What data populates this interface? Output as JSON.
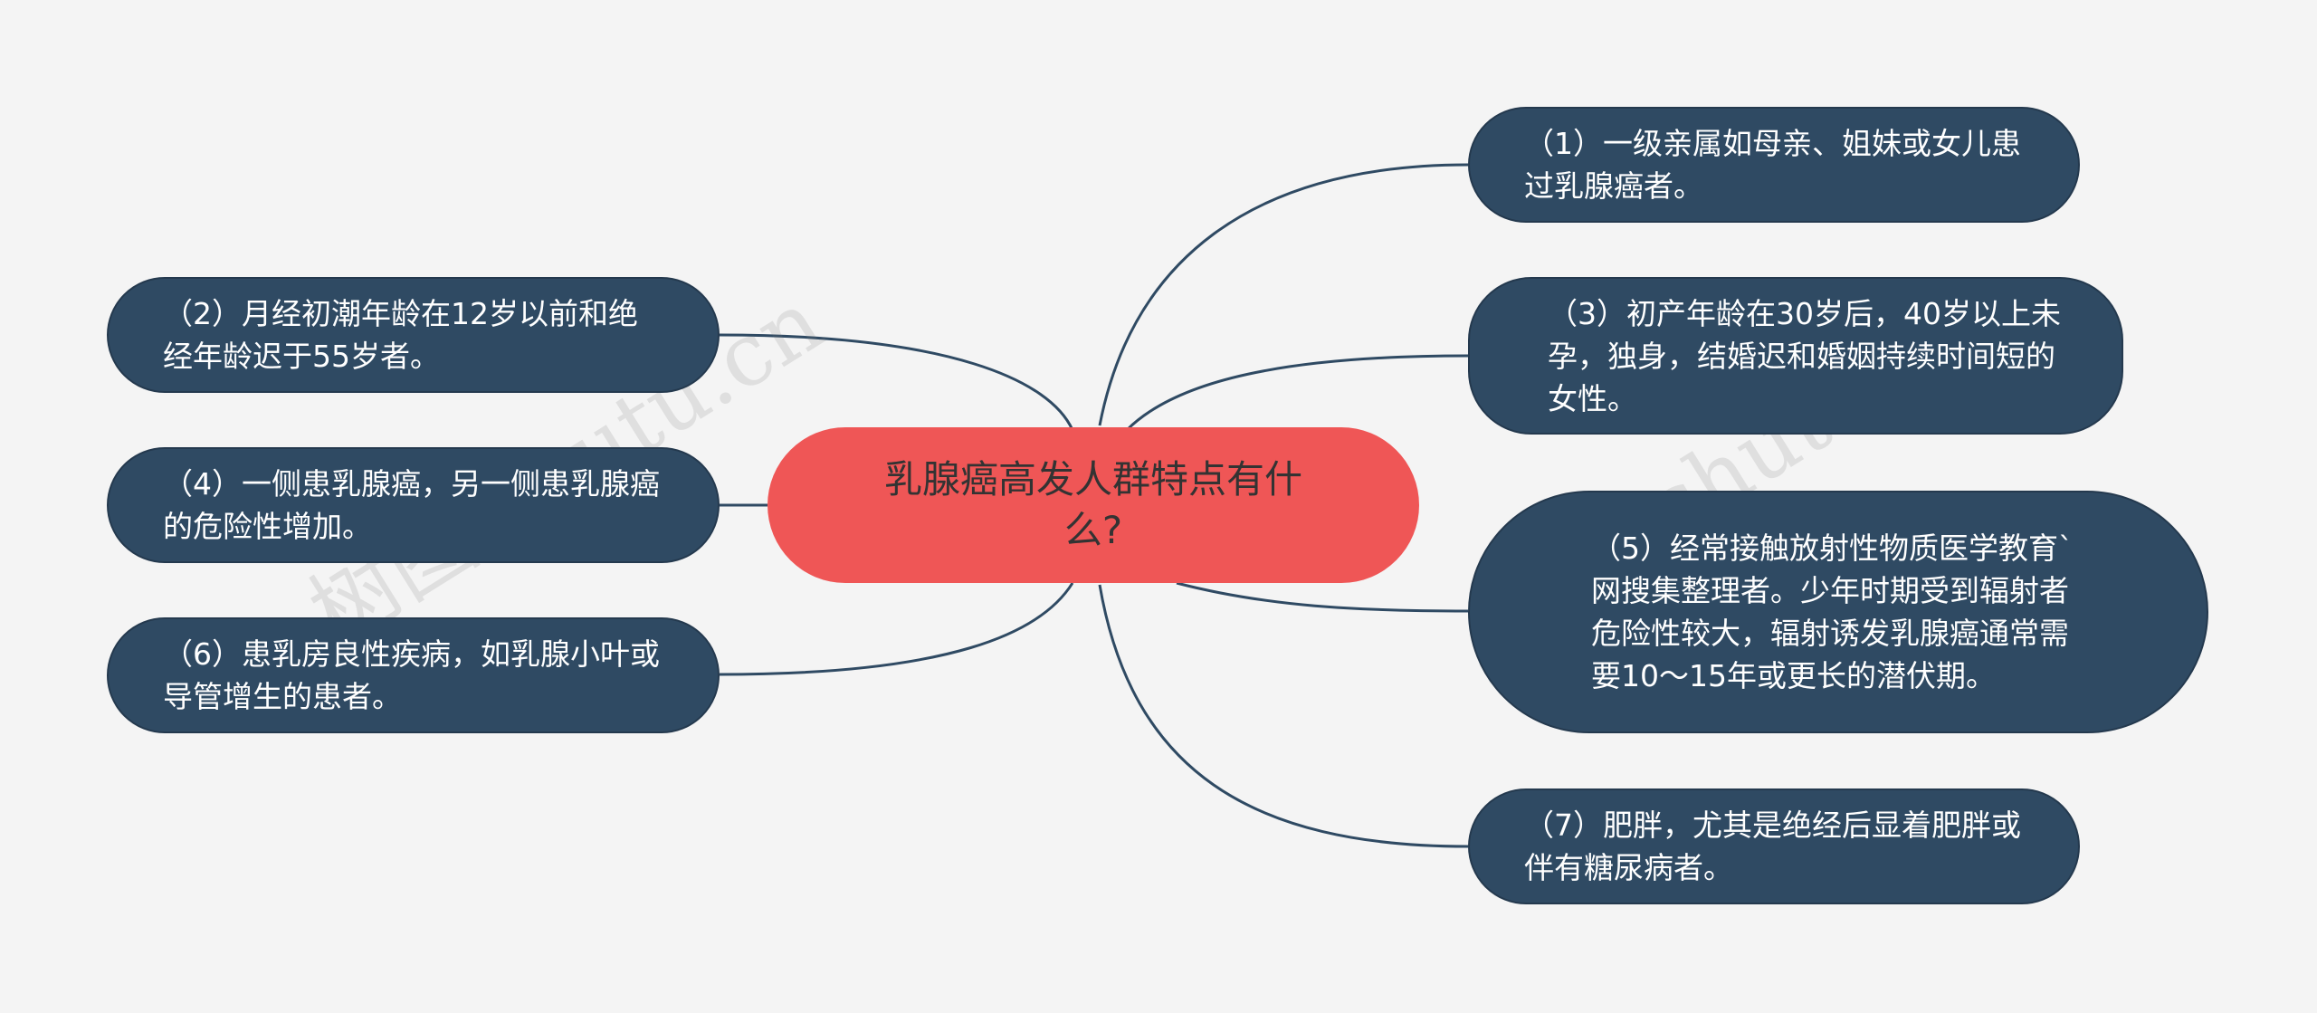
{
  "center": {
    "label": "乳腺癌高发人群特点有什么?"
  },
  "nodes": [
    {
      "id": "n1",
      "label": "（1）一级亲属如母亲、姐妹或女儿患过乳腺癌者。"
    },
    {
      "id": "n2",
      "label": "（2）月经初潮年龄在12岁以前和绝经年龄迟于55岁者。"
    },
    {
      "id": "n3",
      "label": "（3）初产年龄在30岁后，40岁以上未孕，独身，结婚迟和婚姻持续时间短的女性。"
    },
    {
      "id": "n4",
      "label": "（4）一侧患乳腺癌，另一侧患乳腺癌的危险性增加。"
    },
    {
      "id": "n5",
      "label": "（5）经常接触放射性物质医学教育`网搜集整理者。少年时期受到辐射者危险性较大，辐射诱发乳腺癌通常需要10～15年或更长的潜伏期。"
    },
    {
      "id": "n6",
      "label": "（6）患乳房良性疾病，如乳腺小叶或导管增生的患者。"
    },
    {
      "id": "n7",
      "label": "（7）肥胖，尤其是绝经后显着肥胖或伴有糖尿病者。"
    }
  ],
  "watermarks": [
    "树图 shutu.cn",
    "树图 shutu.cn"
  ],
  "colors": {
    "background": "#f4f4f4",
    "center_fill": "#ef5656",
    "node_fill": "#2f4a63",
    "link": "#2f4a63"
  }
}
